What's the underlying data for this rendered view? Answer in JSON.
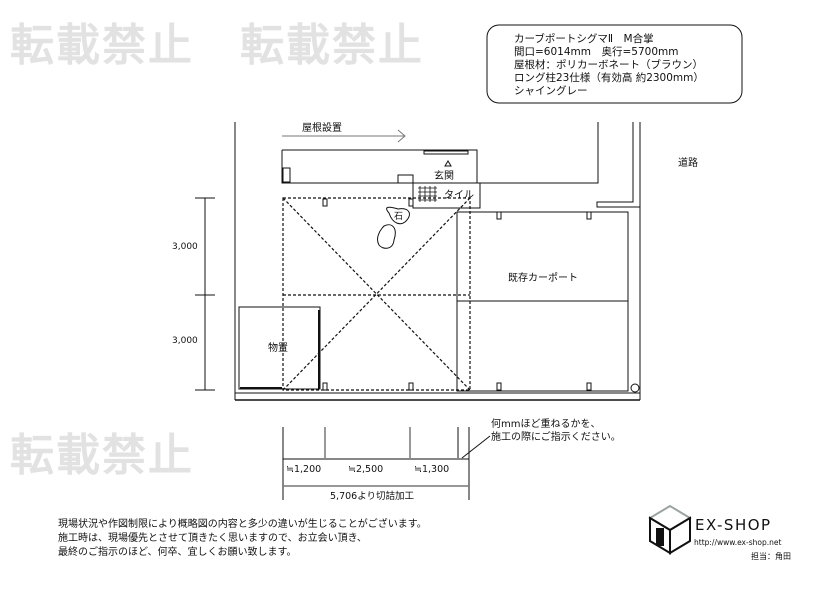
{
  "watermark": "転載禁止",
  "spec_box": {
    "lines": [
      "カーブポートシグマⅡ　M合掌",
      "間口=6014mm　奥行=5700mm",
      "屋根材：ポリカーボネート（ブラウン）",
      "ロング柱23仕様（有効高 約2300mm）",
      "シャイングレー"
    ]
  },
  "plan": {
    "roof_install": "屋根設置",
    "entrance": "玄関",
    "tile": "タイル",
    "stone": "石",
    "road": "道路",
    "existing_carport": "既存カーポート",
    "storage": "物置",
    "dim_left": [
      "3,000",
      "3,000"
    ],
    "dim_bottom": [
      "≒1,200",
      "≒2,500",
      "≒1,300"
    ],
    "dim_total": "5,706より切詰加工",
    "overlap_note": [
      "何mmほど重ねるかを、",
      "施工の際にご指示ください。"
    ]
  },
  "footer_notes": [
    "現場状況や作図制限により概略図の内容と多少の違いが生じることがございます。",
    "施工時は、現場優先とさせて頂きたく思いますので、お立会い頂き、",
    "最終のご指示のほど、何卒、宜しくお願い致します。"
  ],
  "logo": {
    "brand": "EX-SHOP",
    "url": "http://www.ex-shop.net",
    "staff": "担当：角田"
  },
  "colors": {
    "line": "#111111",
    "watermark": "#e2e2e2",
    "logo_gray": "#9aa3a0"
  }
}
